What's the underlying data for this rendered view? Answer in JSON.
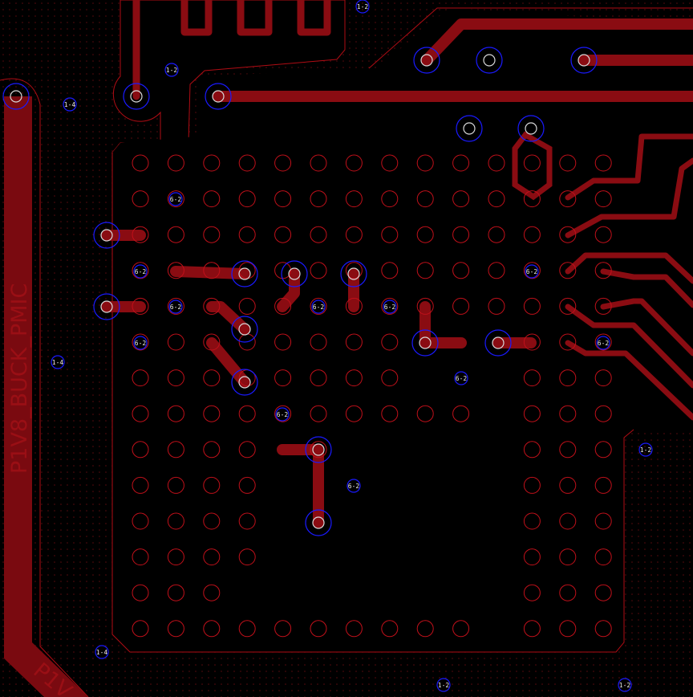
{
  "view": "pcb-layout",
  "colors": {
    "background": "#000000",
    "copper_fill": "#7a0a10",
    "trace": "#8a0c12",
    "pad_outline": "#c0101a",
    "via_ring": "#1a1aff",
    "via_hole": "#d8d8d8",
    "board_outline": "#b00c14"
  },
  "net_labels": {
    "main": "P1V8_BUCK_PMIC",
    "corner": "P1V"
  },
  "via_labels": {
    "a": "1-2",
    "b": "6-2",
    "c": "1-4"
  }
}
